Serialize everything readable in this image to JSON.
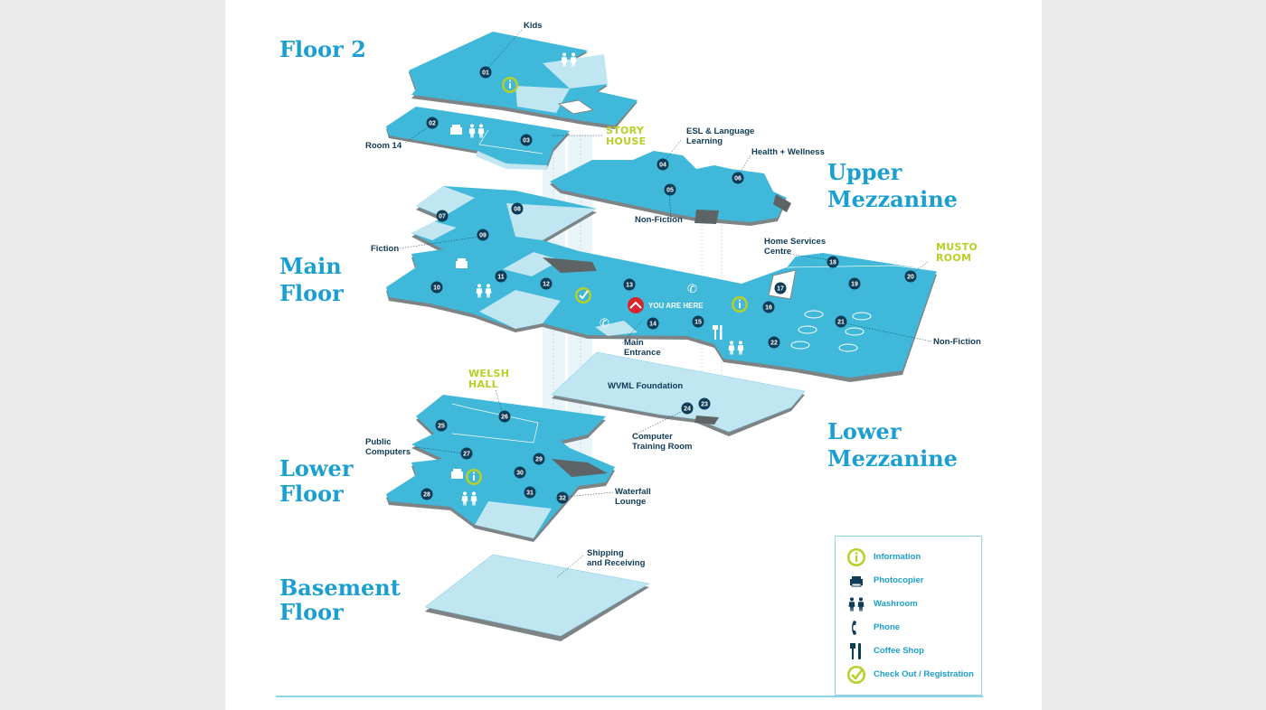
{
  "floor_titles": {
    "floor2": "Floor 2",
    "upper_mezzanine": "Upper\nMezzanine",
    "main_floor": "Main\nFloor",
    "lower_mezzanine": "Lower\nMezzanine",
    "lower_floor": "Lower\nFloor",
    "basement_floor": "Basement\nFloor"
  },
  "room_labels": {
    "kids": "Kids",
    "room14": "Room 14",
    "esl": "ESL & Language\nLearning",
    "health": "Health + Wellness",
    "nonfiction_upper": "Non-Fiction",
    "fiction": "Fiction",
    "home_services": "Home Services\nCentre",
    "nonfiction_main": "Non-Fiction",
    "main_entrance": "Main\nEntrance",
    "wvml": "WVML Foundation",
    "computer_training": "Computer\nTraining Room",
    "public_computers": "Public\nComputers",
    "waterfall": "Waterfall\nLounge",
    "shipping": "Shipping\nand Receiving",
    "you_are_here": "YOU ARE HERE"
  },
  "venue_labels": {
    "story_house": "STORY\nHOUSE",
    "musto_room": "MUSTO\nROOM",
    "welsh_hall": "WELSH\nHALL"
  },
  "room_numbers": [
    "01",
    "02",
    "03",
    "04",
    "05",
    "06",
    "07",
    "08",
    "09",
    "10",
    "11",
    "12",
    "13",
    "14",
    "15",
    "16",
    "17",
    "18",
    "19",
    "20",
    "21",
    "22",
    "23",
    "24",
    "25",
    "26",
    "27",
    "28",
    "29",
    "30",
    "31",
    "32"
  ],
  "legend": {
    "items": [
      {
        "icon": "info-icon",
        "label": "Information"
      },
      {
        "icon": "photocopier-icon",
        "label": "Photocopier"
      },
      {
        "icon": "washroom-icon",
        "label": "Washroom"
      },
      {
        "icon": "phone-icon",
        "label": "Phone"
      },
      {
        "icon": "coffee-shop-icon",
        "label": "Coffee Shop"
      },
      {
        "icon": "checkout-icon",
        "label": "Check Out / Registration"
      }
    ]
  },
  "colors": {
    "floor_fill": "#3fb8d9",
    "floor_light": "#bfe6f1",
    "floor_edge": "#8a8f92",
    "title_blue": "#1b9fd0",
    "label_navy": "#0e3b56",
    "accent_green": "#b8cf25",
    "marker_red": "#d8262f"
  }
}
